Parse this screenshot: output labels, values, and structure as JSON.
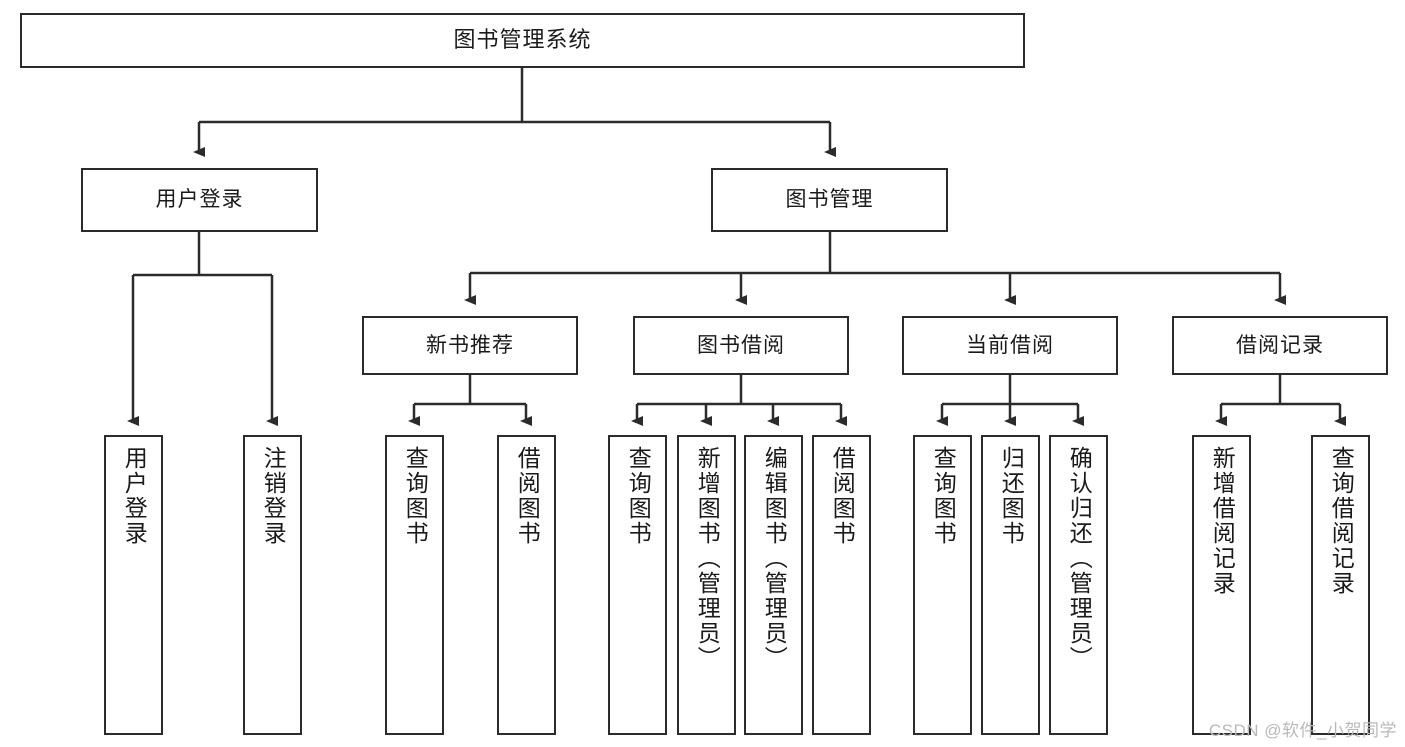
{
  "diagram": {
    "type": "hierarchy-tree",
    "title": "图书管理系统",
    "levels": 4,
    "colors": {
      "box_border": "#2b2b2b",
      "box_fill": "#ffffff",
      "connector": "#2b2b2b",
      "text": "#1a1a1a",
      "watermark": "#b9b9b9"
    },
    "root": {
      "label": "图书管理系统"
    },
    "level2": [
      {
        "label": "用户登录"
      },
      {
        "label": "图书管理"
      }
    ],
    "level3": [
      {
        "label": "新书推荐"
      },
      {
        "label": "图书借阅"
      },
      {
        "label": "当前借阅"
      },
      {
        "label": "借阅记录"
      }
    ],
    "leaves_user_login": [
      {
        "label": "用户登录"
      },
      {
        "label": "注销登录"
      }
    ],
    "leaves_new_book": [
      {
        "label": "查询图书"
      },
      {
        "label": "借阅图书"
      }
    ],
    "leaves_borrow": [
      {
        "label": "查询图书"
      },
      {
        "label": "新增图书（管理员）"
      },
      {
        "label": "编辑图书（管理员）"
      },
      {
        "label": "借阅图书"
      }
    ],
    "leaves_current": [
      {
        "label": "查询图书"
      },
      {
        "label": "归还图书"
      },
      {
        "label": "确认归还（管理员）"
      }
    ],
    "leaves_records": [
      {
        "label": "新增借阅记录"
      },
      {
        "label": "查询借阅记录"
      }
    ]
  },
  "watermark": {
    "text": "CSDN @软件_小贺同学"
  }
}
